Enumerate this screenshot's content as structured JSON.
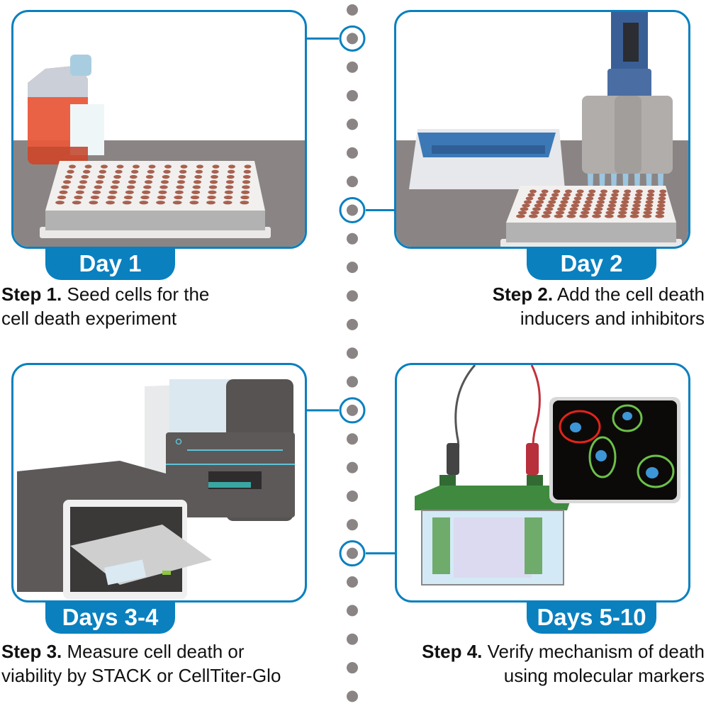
{
  "colors": {
    "accent": "#0a80bf",
    "timeline_dot": "#8a8584",
    "bench": "#8a8584",
    "text": "#111111"
  },
  "steps": [
    {
      "day_label": "Day 1",
      "step_label": "Step 1.",
      "line1": "Seed cells for the",
      "line2": "cell death experiment",
      "illustration": "culture-flask-and-96-well-plate"
    },
    {
      "day_label": "Day 2",
      "step_label": "Step 2.",
      "line1": "Add the cell death",
      "line2": "inducers and inhibitors",
      "illustration": "multichannel-pipette-reservoir-and-plate"
    },
    {
      "day_label": "Days 3-4",
      "step_label": "Step 3.",
      "line1": "Measure cell death or",
      "line2": "viability by STACK or CellTiter-Glo",
      "illustration": "plate-readers"
    },
    {
      "day_label": "Days 5-10",
      "step_label": "Step 4.",
      "line1": "Verify mechanism of death",
      "line2": "using molecular markers",
      "illustration": "gel-electrophoresis-and-fluorescence-microscopy"
    }
  ],
  "timeline": {
    "dot_count": 25,
    "ring_indices": [
      1,
      7,
      14,
      19
    ]
  }
}
